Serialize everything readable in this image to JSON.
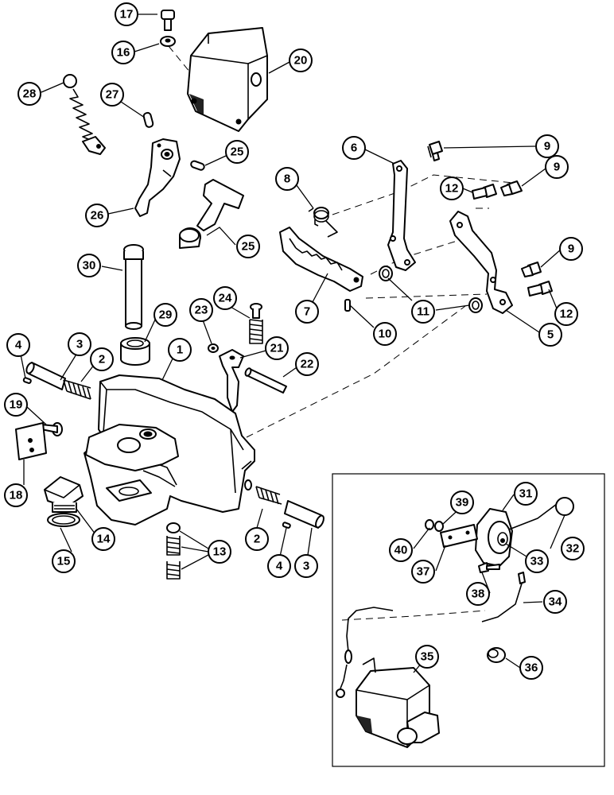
{
  "callouts": {
    "c1": "1",
    "c2a": "2",
    "c2b": "2",
    "c3a": "3",
    "c3b": "3",
    "c4a": "4",
    "c4b": "4",
    "c5": "5",
    "c6": "6",
    "c7": "7",
    "c8": "8",
    "c9a": "9",
    "c9b": "9",
    "c9c": "9",
    "c10": "10",
    "c11": "11",
    "c12a": "12",
    "c12b": "12",
    "c13": "13",
    "c14": "14",
    "c15": "15",
    "c16": "16",
    "c17": "17",
    "c18": "18",
    "c19": "19",
    "c20": "20",
    "c21": "21",
    "c22": "22",
    "c23": "23",
    "c24": "24",
    "c25a": "25",
    "c25b": "25",
    "c26": "26",
    "c27": "27",
    "c28": "28",
    "c29": "29",
    "c30": "30",
    "c31": "31",
    "c32": "32",
    "c33": "33",
    "c34": "34",
    "c35": "35",
    "c36": "36",
    "c37": "37",
    "c38": "38",
    "c39": "39",
    "c40": "40"
  },
  "style": {
    "line_color": "#000000",
    "background": "#ffffff"
  }
}
